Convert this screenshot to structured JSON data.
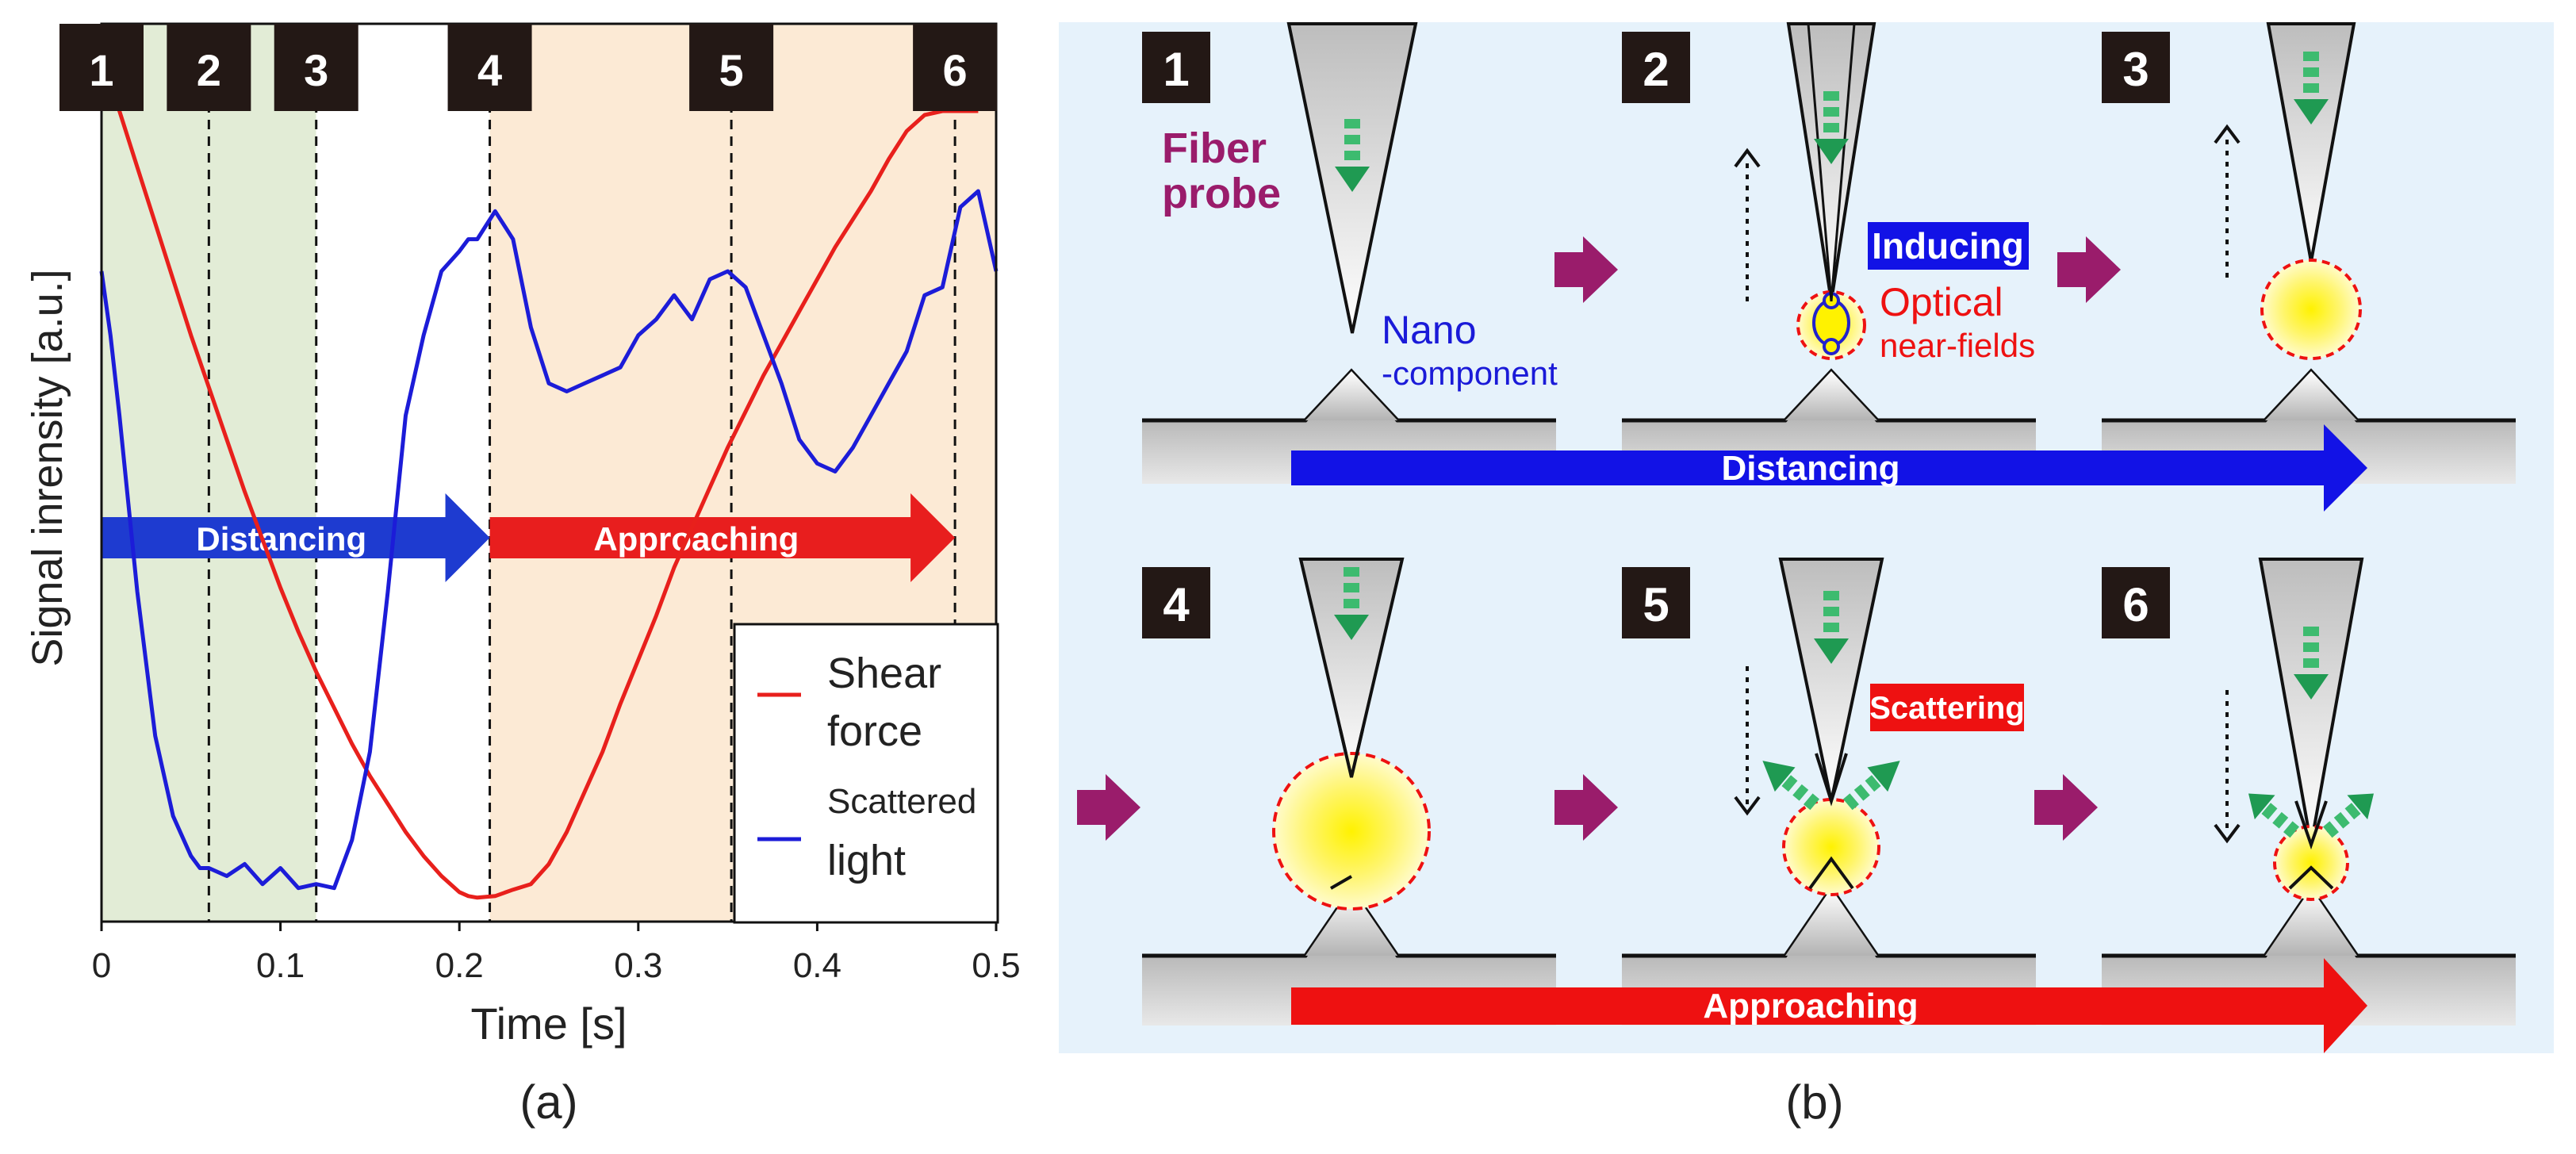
{
  "chart_data": {
    "type": "line",
    "title": "",
    "xlabel": "Time [s]",
    "ylabel": "Signal inrensity [a.u.]",
    "xlim": [
      0,
      0.5
    ],
    "x_ticks": [
      "0",
      "0.1",
      "0.2",
      "0.3",
      "0.4",
      "0.5"
    ],
    "legend_position": "bottom-right",
    "series": [
      {
        "name": "Shear force",
        "name_lines": [
          "Shear",
          "force"
        ],
        "color": "#e8201c",
        "x": [
          0.0,
          0.01,
          0.02,
          0.03,
          0.04,
          0.05,
          0.06,
          0.07,
          0.08,
          0.09,
          0.1,
          0.11,
          0.12,
          0.13,
          0.14,
          0.15,
          0.16,
          0.17,
          0.18,
          0.19,
          0.2,
          0.205,
          0.21,
          0.22,
          0.23,
          0.24,
          0.25,
          0.26,
          0.27,
          0.28,
          0.29,
          0.3,
          0.31,
          0.32,
          0.33,
          0.34,
          0.35,
          0.36,
          0.37,
          0.38,
          0.39,
          0.4,
          0.41,
          0.42,
          0.43,
          0.44,
          0.45,
          0.46,
          0.47,
          0.475,
          0.48,
          0.49
        ],
        "values": [
          1.06,
          1.0,
          0.93,
          0.86,
          0.79,
          0.72,
          0.655,
          0.59,
          0.525,
          0.465,
          0.405,
          0.35,
          0.3,
          0.255,
          0.21,
          0.17,
          0.135,
          0.1,
          0.07,
          0.045,
          0.025,
          0.02,
          0.018,
          0.02,
          0.028,
          0.035,
          0.06,
          0.1,
          0.15,
          0.2,
          0.26,
          0.315,
          0.37,
          0.43,
          0.48,
          0.53,
          0.58,
          0.625,
          0.67,
          0.71,
          0.75,
          0.79,
          0.83,
          0.865,
          0.9,
          0.94,
          0.975,
          0.995,
          1.0,
          1.0,
          1.0,
          1.0
        ]
      },
      {
        "name": "Scattered light",
        "name_lines": [
          "Scattered",
          "light"
        ],
        "color": "#1c1cd8",
        "x": [
          0.0,
          0.005,
          0.01,
          0.02,
          0.03,
          0.04,
          0.05,
          0.055,
          0.06,
          0.07,
          0.08,
          0.09,
          0.1,
          0.11,
          0.12,
          0.13,
          0.14,
          0.15,
          0.16,
          0.17,
          0.18,
          0.19,
          0.2,
          0.205,
          0.21,
          0.22,
          0.23,
          0.24,
          0.25,
          0.26,
          0.27,
          0.28,
          0.29,
          0.3,
          0.31,
          0.32,
          0.33,
          0.34,
          0.35,
          0.36,
          0.37,
          0.38,
          0.39,
          0.4,
          0.41,
          0.42,
          0.43,
          0.44,
          0.45,
          0.46,
          0.47,
          0.48,
          0.49,
          0.5
        ],
        "values": [
          0.8,
          0.72,
          0.62,
          0.4,
          0.22,
          0.12,
          0.07,
          0.055,
          0.055,
          0.045,
          0.06,
          0.035,
          0.055,
          0.03,
          0.035,
          0.03,
          0.09,
          0.2,
          0.4,
          0.62,
          0.72,
          0.8,
          0.825,
          0.84,
          0.84,
          0.875,
          0.84,
          0.73,
          0.66,
          0.65,
          0.66,
          0.67,
          0.68,
          0.72,
          0.74,
          0.77,
          0.74,
          0.79,
          0.8,
          0.78,
          0.72,
          0.66,
          0.59,
          0.56,
          0.55,
          0.58,
          0.62,
          0.66,
          0.7,
          0.77,
          0.78,
          0.88,
          0.9,
          0.8
        ]
      }
    ],
    "phase_markers": [
      {
        "label": "1",
        "x": 0.0
      },
      {
        "label": "2",
        "x": 0.06
      },
      {
        "label": "3",
        "x": 0.12
      },
      {
        "label": "4",
        "x": 0.217
      },
      {
        "label": "5",
        "x": 0.352
      },
      {
        "label": "6",
        "x": 0.477
      }
    ],
    "regions": [
      {
        "name": "green",
        "x": [
          0.0,
          0.12
        ],
        "color": "#e2ecd6"
      },
      {
        "name": "white",
        "x": [
          0.12,
          0.217
        ],
        "color": "#ffffff"
      },
      {
        "name": "orange",
        "x": [
          0.217,
          0.5
        ],
        "color": "#fcead5"
      }
    ],
    "phase_arrows": [
      {
        "label": "Distancing",
        "x": [
          0.0,
          0.217
        ],
        "color": "#1e3bd0"
      },
      {
        "label": "Approaching",
        "x": [
          0.217,
          0.477
        ],
        "color": "#e81e1e"
      }
    ],
    "panel_caption": "(a)"
  },
  "diagram": {
    "panel_caption": "(b)",
    "background_color": "#e6f2fb",
    "step_labels": [
      "1",
      "2",
      "3",
      "4",
      "5",
      "6"
    ],
    "fiber_probe_label_lines": [
      "Fiber",
      "probe"
    ],
    "nano_component_label_lines": [
      "Nano",
      "-component"
    ],
    "inducing_label": "Inducing",
    "optical_near_fields_lines": [
      "Optical",
      "near-fields"
    ],
    "scattering_label": "Scattering",
    "distancing_bar_label": "Distancing",
    "approaching_bar_label": "Approaching",
    "colors": {
      "step_arrow": "#9a1c6b",
      "distancing": "#1212e6",
      "approaching": "#ee1111",
      "fiber_label": "#9a1c6b",
      "nano_label": "#1a1ad8",
      "optical_label": "#ee1111"
    }
  }
}
